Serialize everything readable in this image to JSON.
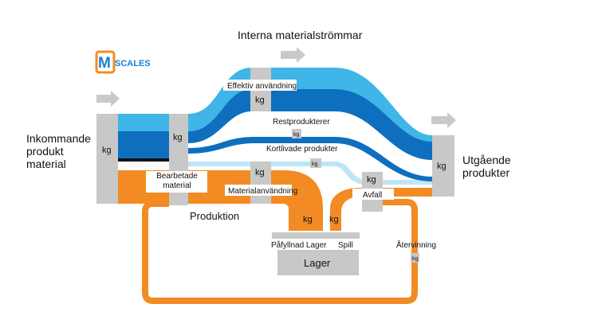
{
  "title": "Interna materialströmmar",
  "logo": {
    "letter": "M",
    "text": "SCALES"
  },
  "labels": {
    "incoming": "Inkommande\nprodukt\nmaterial",
    "outgoing": "Utgående\nprodukter",
    "effective_use": "Effektiv användning",
    "rest_products": "Restprodukterer",
    "short_lived": "Kortlivade produkter",
    "processed_material": "Bearbetade\nmaterial",
    "material_use": "Materialanvändning",
    "production": "Produktion",
    "waste": "Avfall",
    "refilled_stock": "Påfyllnad Lager",
    "spill": "Spill",
    "stock": "Lager",
    "recycling": "Återvinning"
  },
  "unit": "kg",
  "colors": {
    "light_blue": "#3fb5e8",
    "dark_blue": "#0f6fbf",
    "orange": "#f28b23",
    "gray": "#c8c8c8",
    "arrow_gray": "#c9c9c9",
    "pale_blue": "#bfe6f6"
  }
}
